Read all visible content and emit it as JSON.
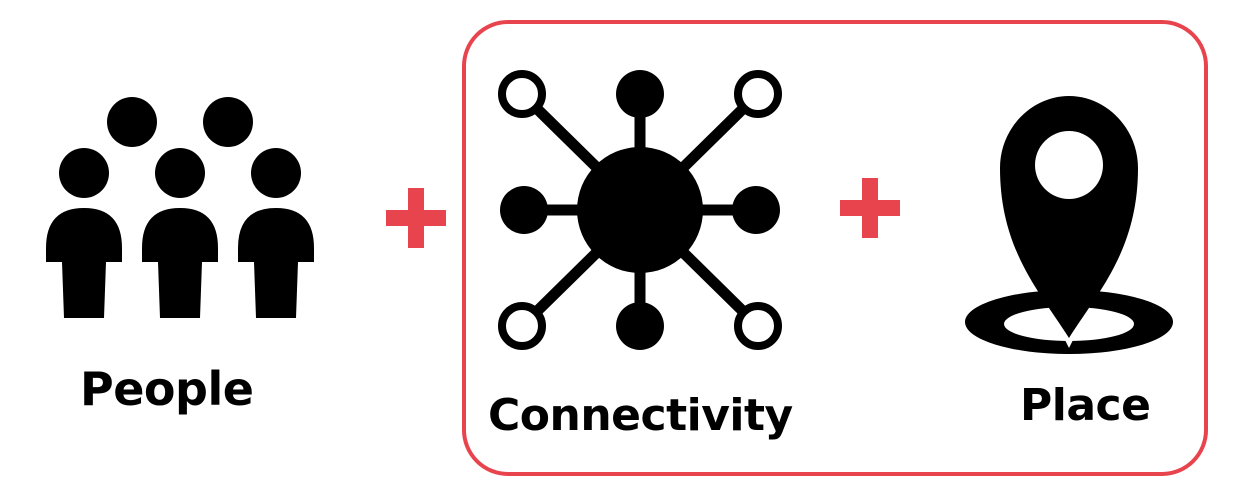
{
  "labels": {
    "people": "People",
    "connectivity": "Connectivity",
    "place": "Place"
  },
  "operators": [
    "+",
    "+"
  ],
  "icons": [
    "people-group-icon",
    "network-hub-icon",
    "location-pin-icon"
  ],
  "colors": {
    "accent": "#e8444d",
    "icon": "#000000",
    "background": "#ffffff"
  }
}
